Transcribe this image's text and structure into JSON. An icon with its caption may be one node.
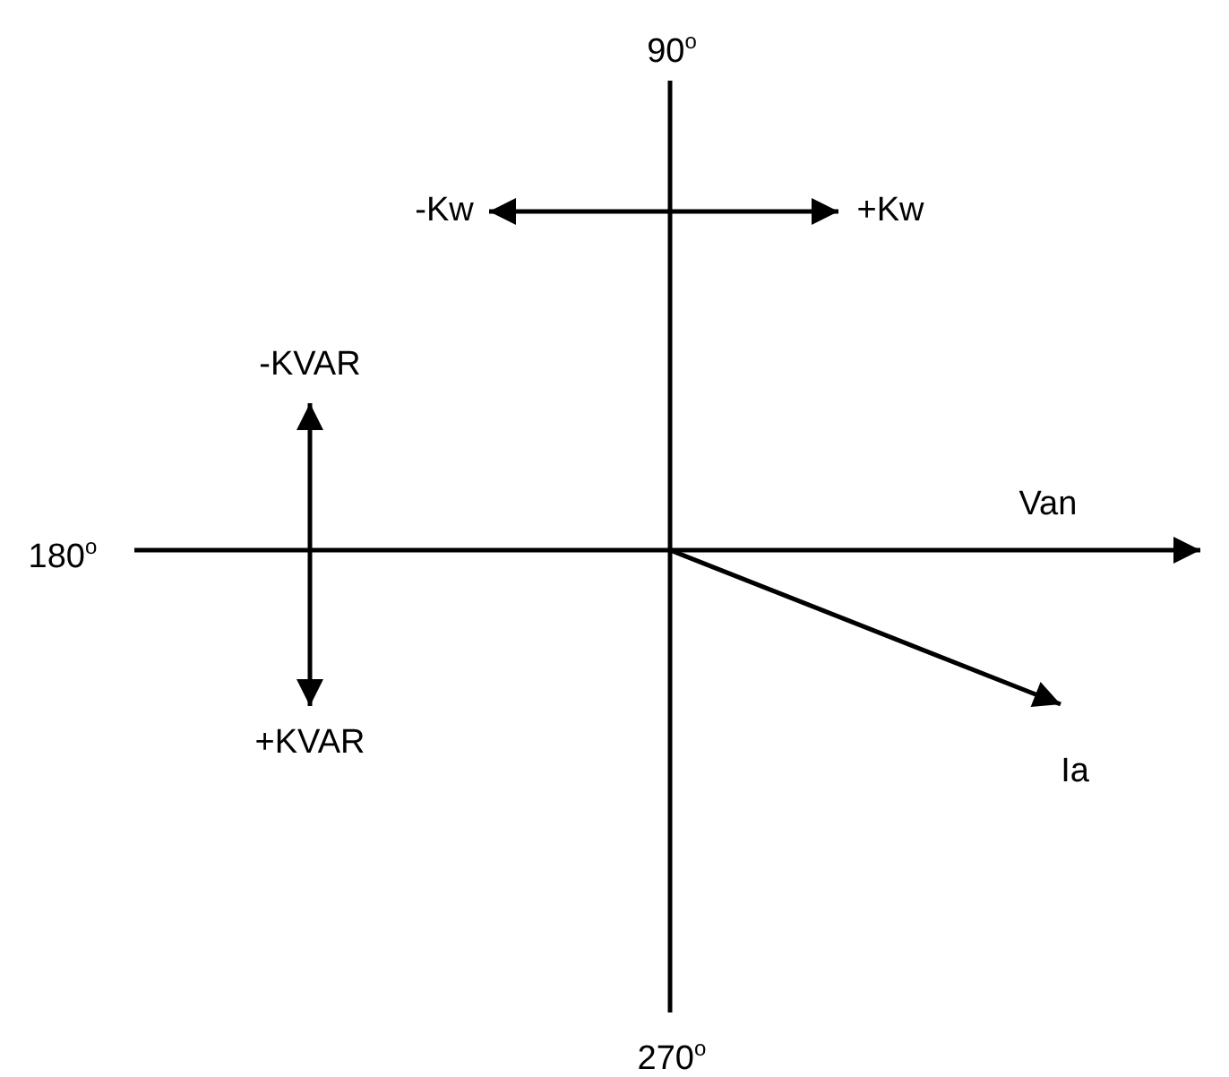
{
  "diagram": {
    "nodes": [
      {
        "text": [
          "-Kw"
        ]
      },
      {
        "text": [
          "+Kw"
        ]
      },
      {
        "text": [
          "-KVAR"
        ]
      },
      {
        "text": [
          "+KVAR"
        ]
      }
    ],
    "edges": [
      {
        "from": 0,
        "to": 1,
        "arrow": "both"
      },
      {
        "from": 2,
        "to": 3,
        "arrow": "both"
      }
    ],
    "labels": [
      "90$^{o}$",
      "Van",
      "180$^{o}$",
      "Ia",
      "270$^{o}$"
    ]
  }
}
